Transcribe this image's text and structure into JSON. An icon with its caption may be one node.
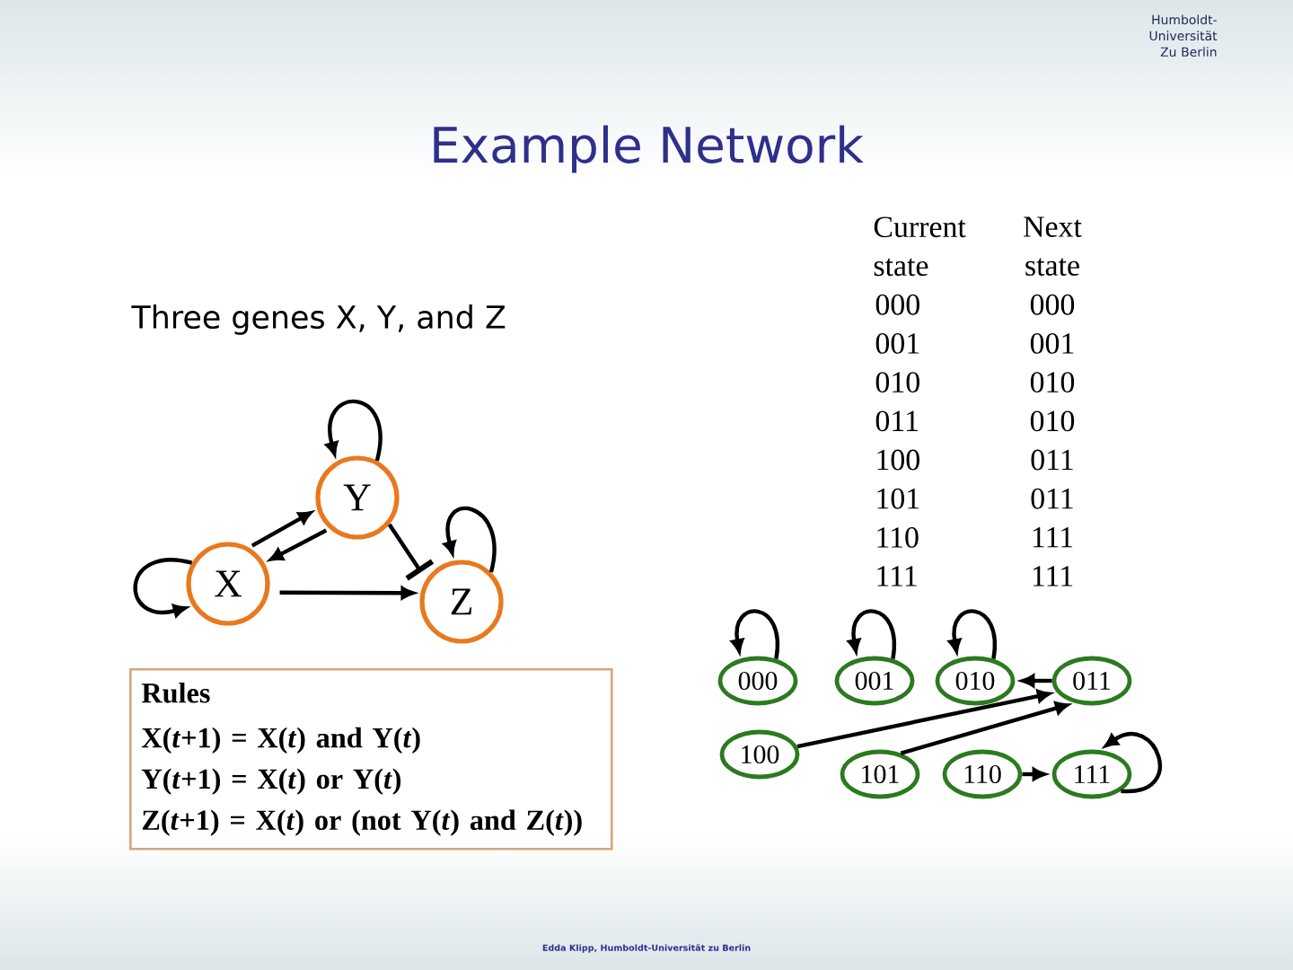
{
  "diagram": {
    "title": "Example Network",
    "nodes": [
      {
        "text": [
          "X"
        ]
      },
      {
        "text": [
          "Y"
        ]
      },
      {
        "text": [
          "Z"
        ]
      },
      {
        "text": [
          "Rules",
          "X(*t*+1) = X(*t*) and Y(*t*)",
          "Y(*t*+1) = X(*t*) or Y(*t*)",
          "Z(*t*+1) = X(*t*) or (not Y(*t*) and Z(*t*))"
        ]
      },
      {
        "text": [
          "000"
        ]
      },
      {
        "text": [
          "001"
        ]
      },
      {
        "text": [
          "010"
        ]
      },
      {
        "text": [
          "011"
        ]
      },
      {
        "text": [
          "100"
        ]
      },
      {
        "text": [
          "101"
        ]
      },
      {
        "text": [
          "110"
        ]
      },
      {
        "text": [
          "111"
        ]
      }
    ],
    "edges": [
      {
        "from": 0,
        "to": 0,
        "arrow": "to"
      },
      {
        "from": 1,
        "to": 1,
        "arrow": "to"
      },
      {
        "from": 2,
        "to": 2,
        "arrow": "to"
      },
      {
        "from": 0,
        "to": 1,
        "arrow": "to"
      },
      {
        "from": 1,
        "to": 0,
        "arrow": "to"
      },
      {
        "from": 1,
        "to": 2,
        "arrow": "other"
      },
      {
        "from": 0,
        "to": 2,
        "arrow": "to"
      },
      {
        "from": 4,
        "to": 4,
        "arrow": "to"
      },
      {
        "from": 5,
        "to": 5,
        "arrow": "to"
      },
      {
        "from": 6,
        "to": 6,
        "arrow": "to"
      },
      {
        "from": 7,
        "to": 6,
        "arrow": "to"
      },
      {
        "from": 8,
        "to": 7,
        "arrow": "to"
      },
      {
        "from": 9,
        "to": 7,
        "arrow": "to"
      },
      {
        "from": 10,
        "to": 11,
        "arrow": "to"
      },
      {
        "from": 11,
        "to": 11,
        "arrow": "to"
      }
    ],
    "labels": [
      "Humboldt-Universität Zu Berlin",
      "Three genes X, Y, and Z",
      "Current state",
      "Next state",
      "000",
      "000",
      "001",
      "001",
      "010",
      "010",
      "011",
      "010",
      "100",
      "011",
      "101",
      "011",
      "110",
      "111",
      "111",
      "111",
      "Edda Klipp, Humboldt-Universität zu Berlin"
    ]
  }
}
